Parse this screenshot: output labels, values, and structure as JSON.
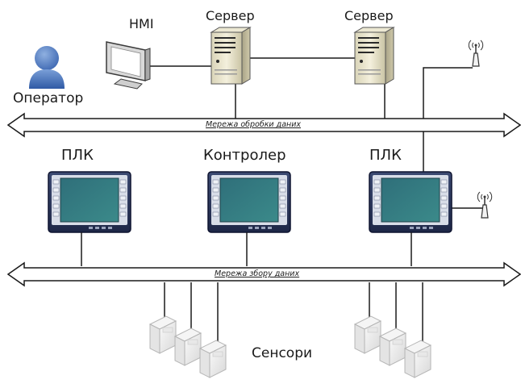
{
  "labels": {
    "hmi": "HMI",
    "server_left": "Сервер",
    "server_right": "Сервер",
    "operator": "Оператор",
    "plc_left": "ПЛК",
    "controller": "Контролер",
    "plc_right": "ПЛК",
    "sensors": "Сенсори"
  },
  "networks": {
    "processing": "Мережа обробки даних",
    "collection": "Мережа збору даних"
  },
  "icons": [
    "operator-icon",
    "monitor-icon",
    "server-icon",
    "antenna-icon",
    "panel-device-icon",
    "sensor-icon"
  ]
}
